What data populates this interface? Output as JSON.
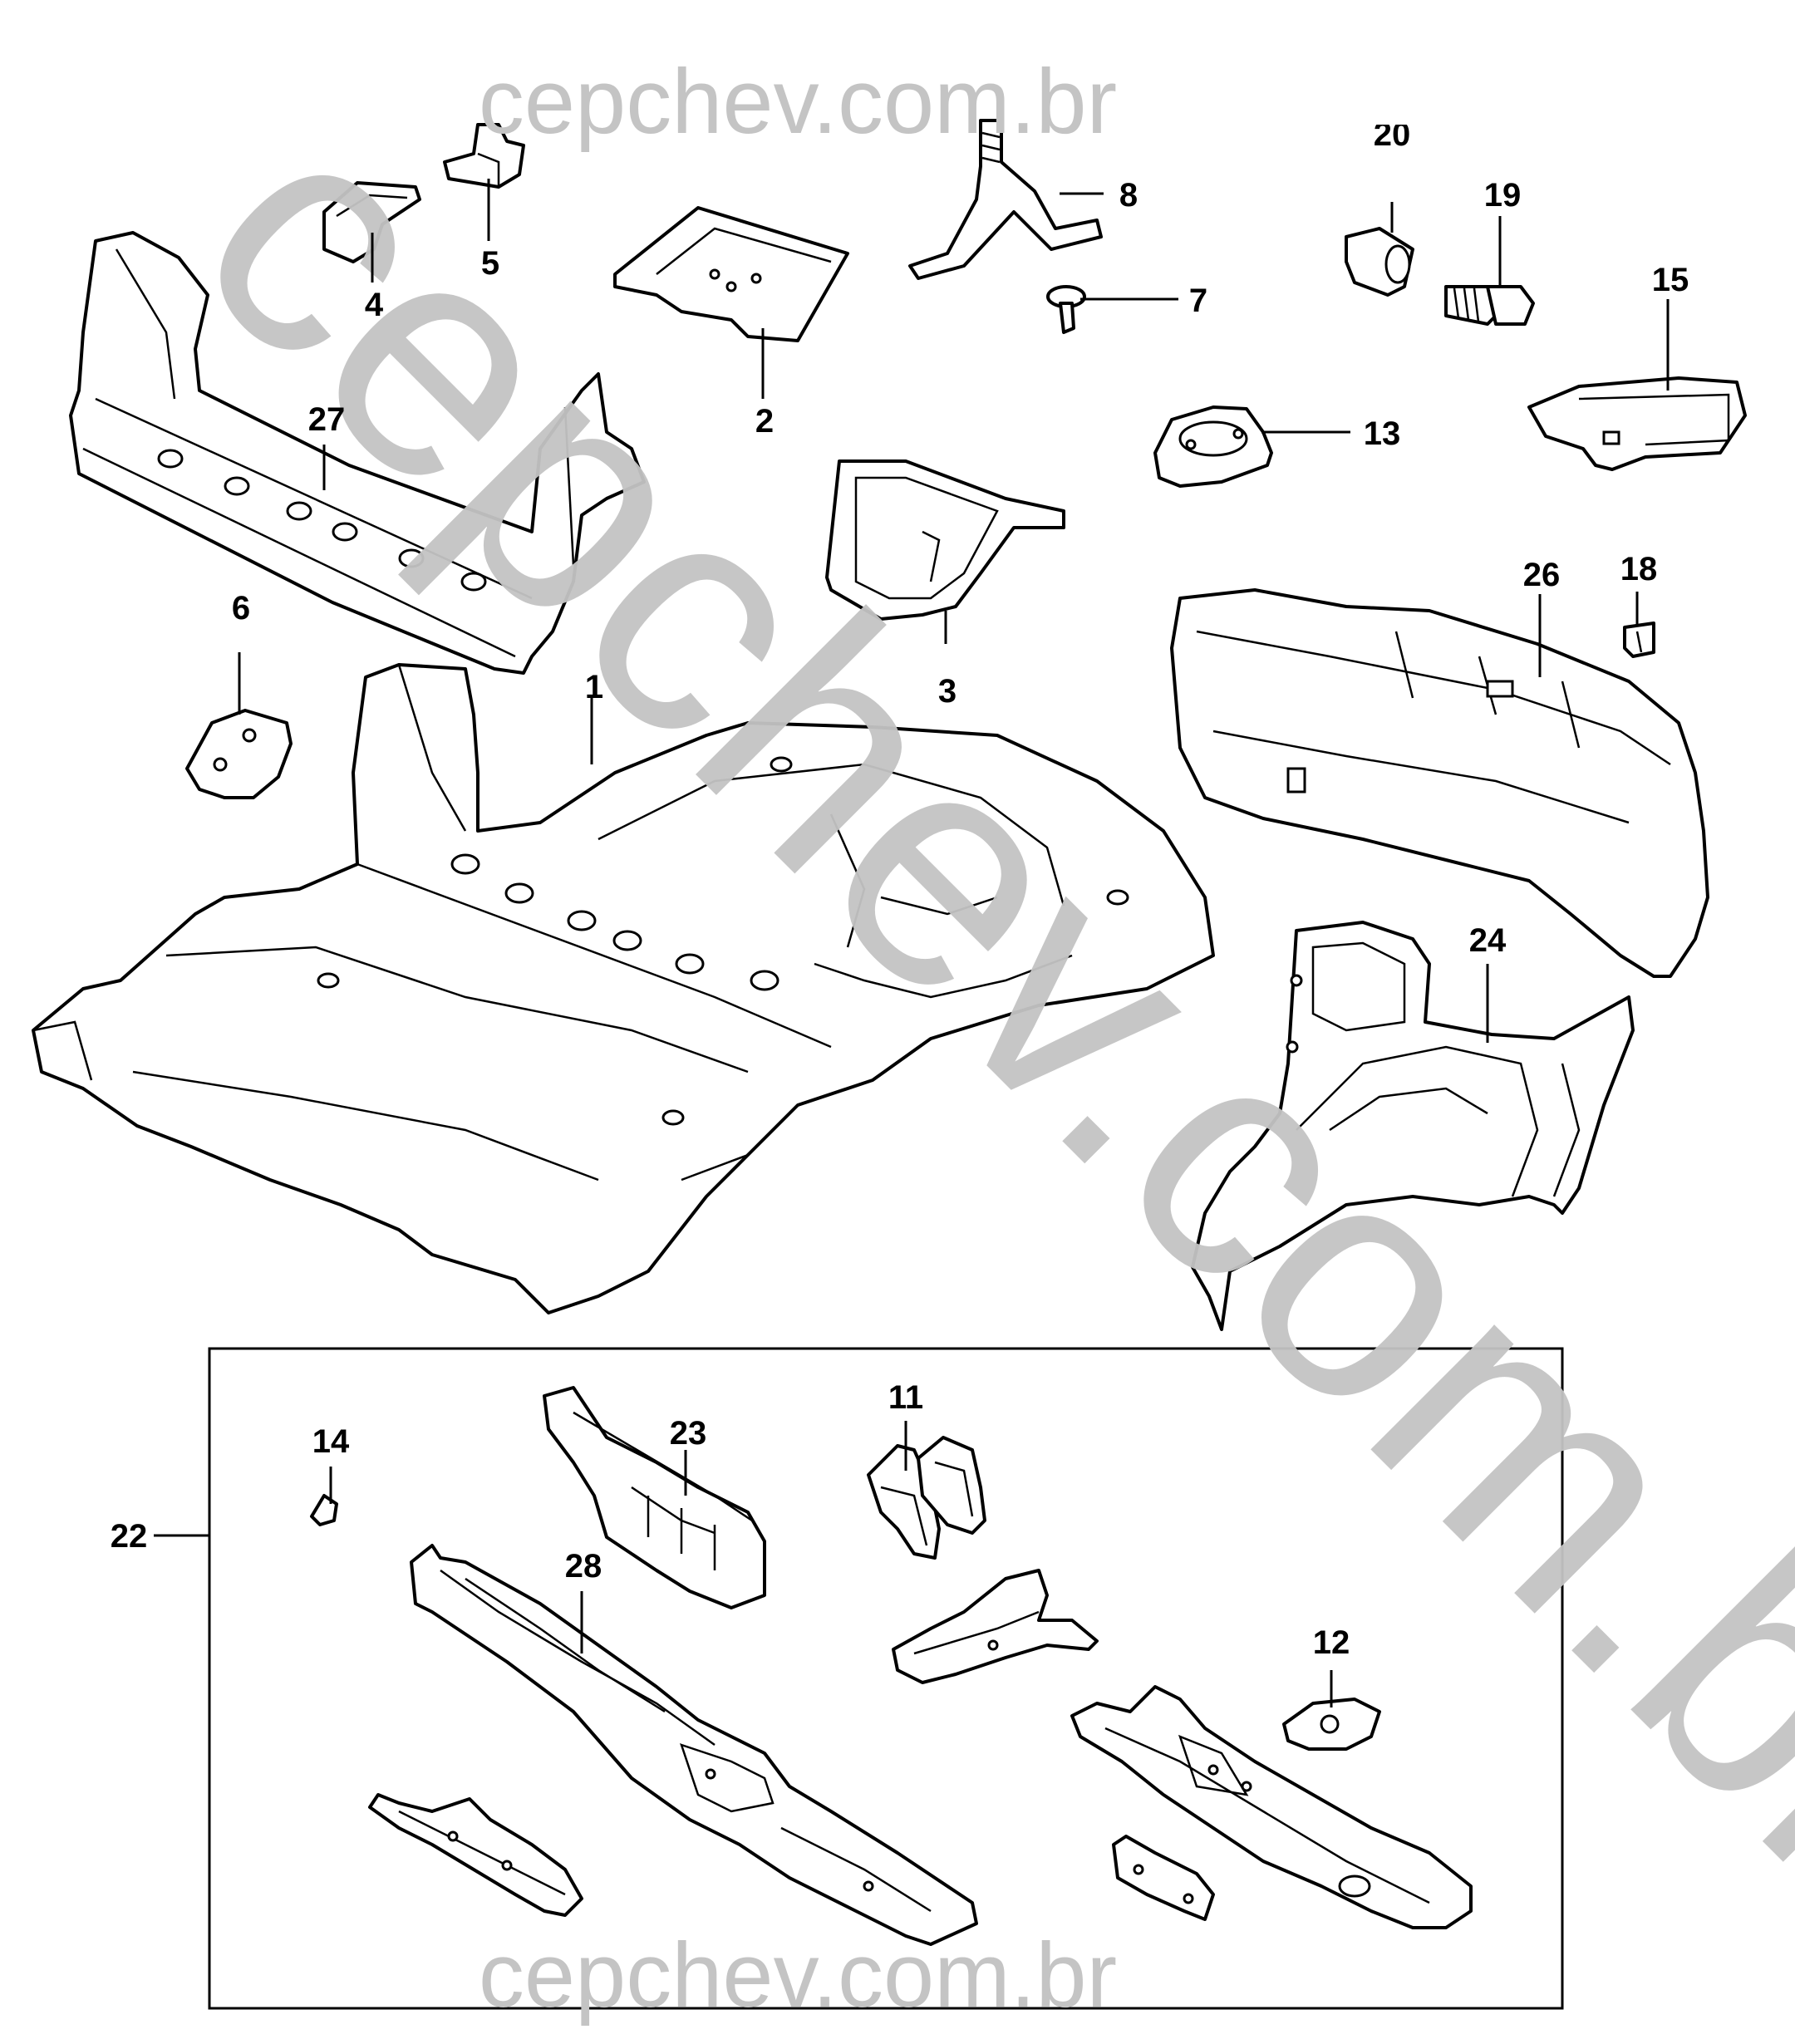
{
  "watermark": {
    "top": "cepchev.com.br",
    "bottom": "cepchev.com.br",
    "diagonal": "cepchev.com.br",
    "color": "#c4c4c4"
  },
  "callouts": {
    "c1": "1",
    "c2": "2",
    "c3": "3",
    "c4": "4",
    "c5": "5",
    "c6": "6",
    "c7": "7",
    "c8": "8",
    "c11": "11",
    "c12": "12",
    "c13": "13",
    "c14": "14",
    "c15": "15",
    "c18": "18",
    "c19": "19",
    "c20": "20",
    "c22": "22",
    "c23": "23",
    "c24": "24",
    "c26": "26",
    "c27": "27",
    "c28": "28"
  },
  "parts": {
    "p1": "rear-floor-panel",
    "p2": "floor-plate",
    "p3": "bracket-frame",
    "p4": "small-bracket",
    "p5": "small-bracket",
    "p6": "reinforcement-plate",
    "p7": "screw",
    "p8": "spare-wheel-stud-bracket",
    "p11": "bracket-pair",
    "p12": "nut-plate",
    "p13": "plug",
    "p14": "clip",
    "p15": "wire-clip",
    "p18": "clip",
    "p19": "bolt",
    "p20": "grommet",
    "p23": "rail-reinforcement",
    "p24": "wheelhouse-panel",
    "p26": "rear-end-panel",
    "p27": "cross-member",
    "p28": "rear-rail"
  }
}
